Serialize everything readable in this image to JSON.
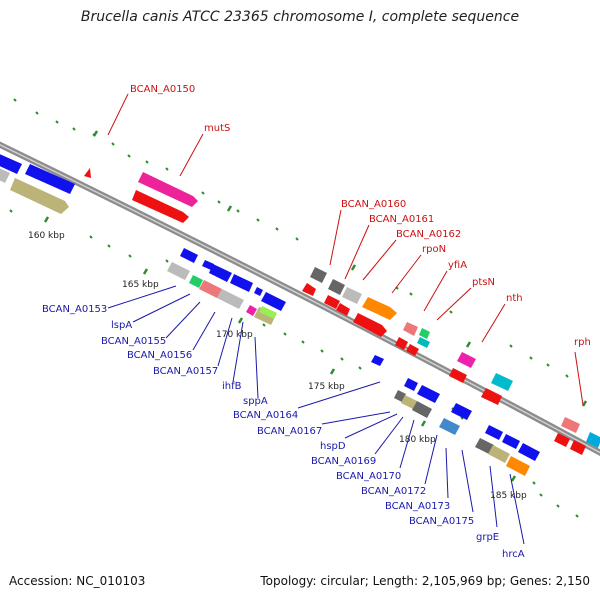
{
  "title": "Brucella canis ATCC 23365 chromosome I, complete sequence",
  "accession": "Accession: NC_010103",
  "topology": "Topology: circular; Length: 2,105,969 bp; Genes: 2,150",
  "colors": {
    "backbone": "#8c8c8c",
    "tick": "#2e8b2e",
    "forward_label": "#cc1111",
    "reverse_label": "#1a1aaa"
  },
  "scale_labels": {
    "k160": "160 kbp",
    "k165": "165 kbp",
    "k170": "170 kbp",
    "k175": "175 kbp",
    "k180": "180 kbp",
    "k185": "185 kbp"
  },
  "forward_labels": {
    "a0150": "BCAN_A0150",
    "muts": "mutS",
    "a0160": "BCAN_A0160",
    "a0161": "BCAN_A0161",
    "a0162": "BCAN_A0162",
    "rpon": "rpoN",
    "yfia": "yfiA",
    "ptsn": "ptsN",
    "nth": "nth",
    "rph": "rph"
  },
  "reverse_labels": {
    "a0153": "BCAN_A0153",
    "lspa": "lspA",
    "a0155": "BCAN_A0155",
    "a0156": "BCAN_A0156",
    "a0157": "BCAN_A0157",
    "ihfb": "ihfB",
    "sppa": "sppA",
    "a0164": "BCAN_A0164",
    "a0167": "BCAN_A0167",
    "hspd": "hspD",
    "a0169": "BCAN_A0169",
    "a0170": "BCAN_A0170",
    "a0172": "BCAN_A0172",
    "a0173": "BCAN_A0173",
    "a0175": "BCAN_A0175",
    "grpe": "grpE",
    "hrca": "hrcA"
  }
}
